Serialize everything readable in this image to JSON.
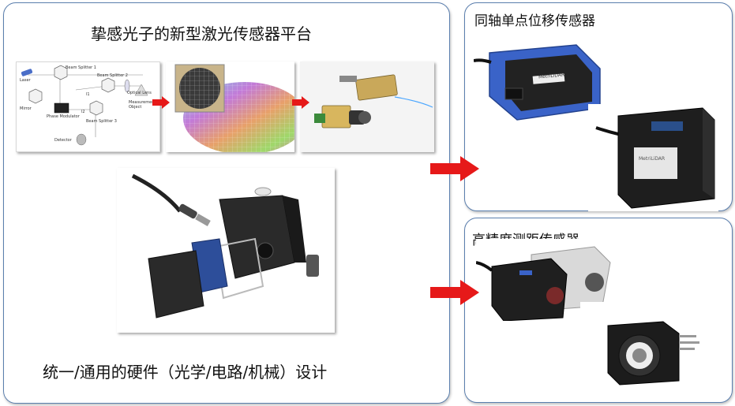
{
  "left_panel": {
    "title": "挚感光子的新型激光传感器平台",
    "caption": "统一/通用的硬件（光学/电路/机械）设计",
    "optics_diagram": {
      "labels": {
        "laser": "Laser",
        "beam_splitter_1": "Beam Splitter 1",
        "beam_splitter_2": "Beam Splitter 2",
        "beam_splitter_3": "Beam Splitter 3",
        "l1": "l1",
        "l2": "l2",
        "mirror": "Mirror",
        "phase_modulator": "Phase Modulator",
        "optical_lens": "Optical Lens",
        "measurement_object": "Measurement Object",
        "detector": "Detector"
      }
    }
  },
  "top_right_panel": {
    "title": "同轴单点位移传感器",
    "brand_text": "MetriLiDAR"
  },
  "bottom_right_panel": {
    "title": "高精度测距传感器"
  },
  "colors": {
    "panel_border": "#5b7fae",
    "arrow_red": "#e61919",
    "sensor_blue": "#3a63c8",
    "sensor_black": "#1e1e1e"
  }
}
